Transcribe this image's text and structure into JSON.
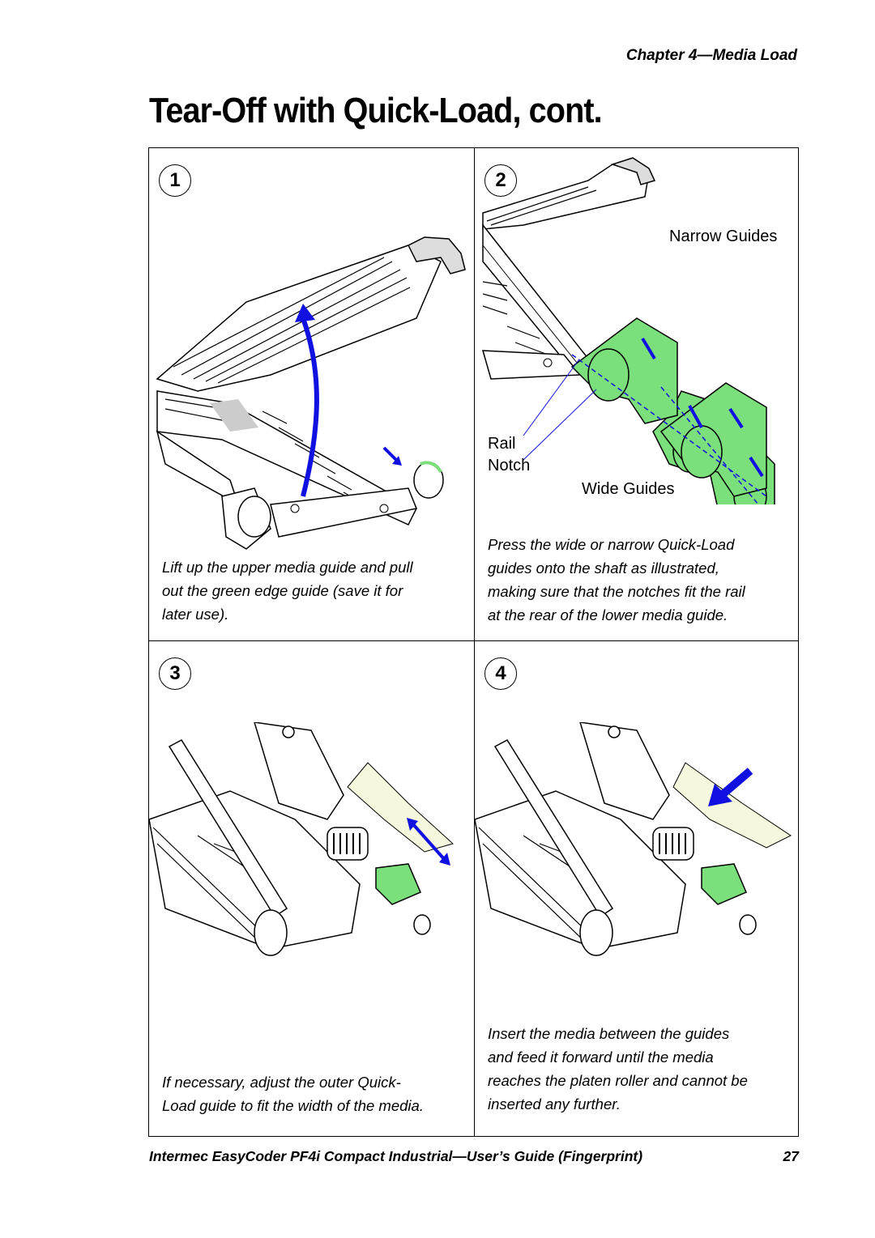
{
  "header": {
    "chapter": "Chapter 4—Media Load"
  },
  "page_title": "Tear-Off with Quick-Load, cont.",
  "steps": [
    {
      "number": "1",
      "caption": [
        "Lift up the upper media guide and pull",
        "out the green edge guide (save it for",
        "later use)."
      ]
    },
    {
      "number": "2",
      "caption": [
        "Press the wide or narrow Quick-Load",
        "guides onto the shaft as illustrated,",
        "making sure that the notches fit the rail",
        "at the rear of the lower media guide."
      ],
      "labels": {
        "narrow": "Narrow Guides",
        "rail": "Rail",
        "notch": "Notch",
        "wide": "Wide Guides"
      }
    },
    {
      "number": "3",
      "caption": [
        "If necessary, adjust the outer Quick-",
        "Load guide to fit the width of the media."
      ]
    },
    {
      "number": "4",
      "caption": [
        "Insert the media between the guides",
        "and feed it forward until the media",
        "reaches the platen roller and cannot be",
        "inserted any further."
      ]
    }
  ],
  "footer": {
    "text": "Intermec EasyCoder PF4i Compact Industrial—User’s Guide (Fingerprint)",
    "page_number": "27"
  },
  "colors": {
    "guide_green": "#7be07b",
    "arrow_blue": "#1010e0",
    "media_yellow": "#f5f8dc"
  }
}
